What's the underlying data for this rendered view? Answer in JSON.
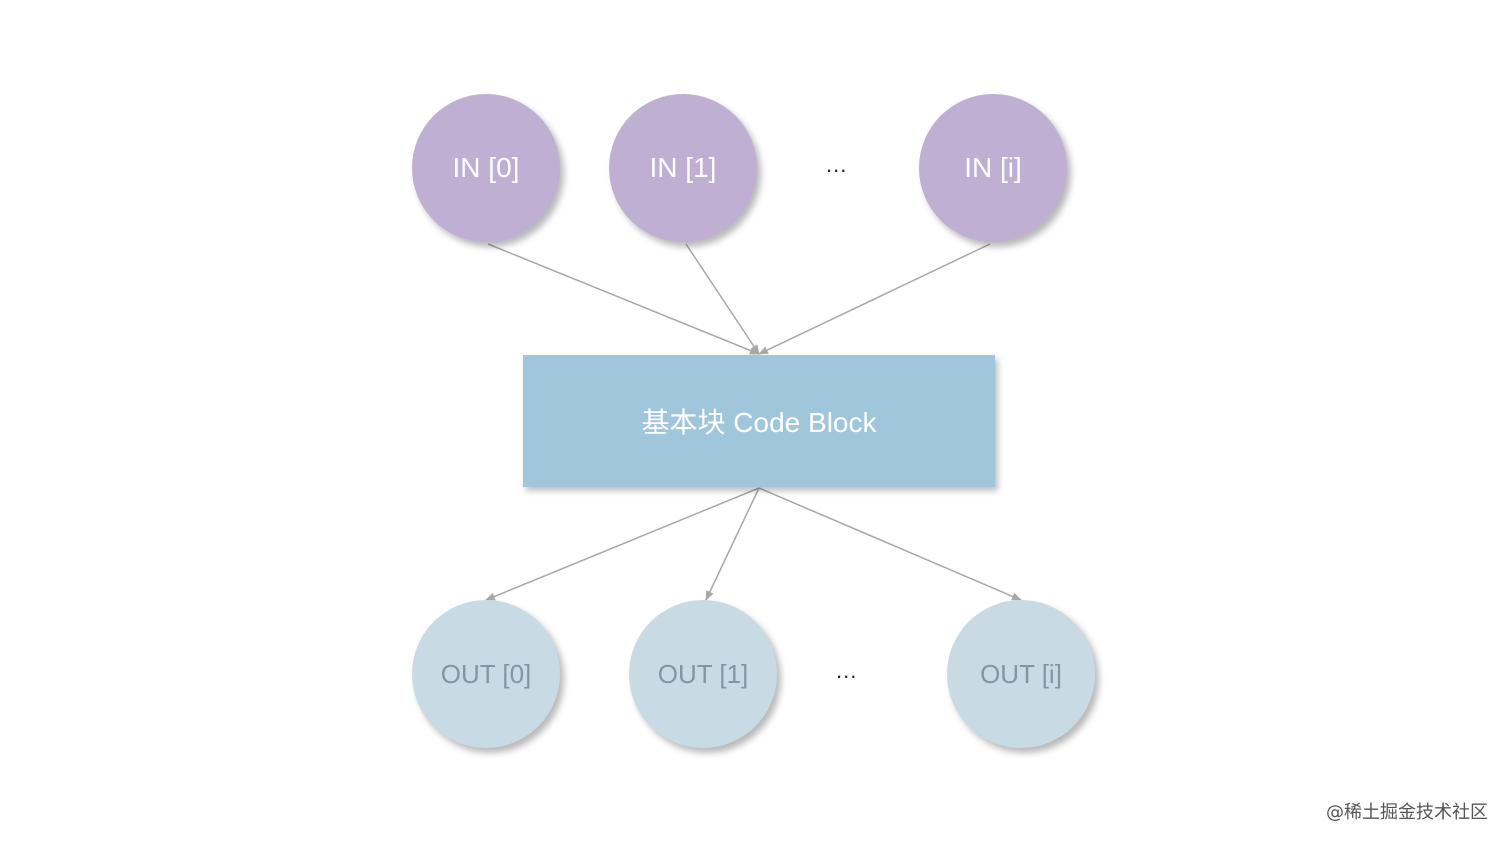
{
  "diagram": {
    "inputs": [
      {
        "label": "IN [0]"
      },
      {
        "label": "IN [1]"
      },
      {
        "label": "IN [i]"
      }
    ],
    "inputs_ellipsis": "...",
    "block": {
      "label": "基本块 Code Block"
    },
    "outputs": [
      {
        "label": "OUT [0]"
      },
      {
        "label": "OUT [1]"
      },
      {
        "label": "OUT [i]"
      }
    ],
    "outputs_ellipsis": "...",
    "edges": [
      {
        "from": "IN [0]",
        "to": "基本块 Code Block"
      },
      {
        "from": "IN [1]",
        "to": "基本块 Code Block"
      },
      {
        "from": "IN [i]",
        "to": "基本块 Code Block"
      },
      {
        "from": "基本块 Code Block",
        "to": "OUT [0]"
      },
      {
        "from": "基本块 Code Block",
        "to": "OUT [1]"
      },
      {
        "from": "基本块 Code Block",
        "to": "OUT [i]"
      }
    ],
    "colors": {
      "input_fill": "#bfafd2",
      "block_fill": "#9fc6da",
      "output_fill": "#c8dbe5",
      "output_text": "#8395a4",
      "edge": "#a8a8a8"
    }
  },
  "watermark": "@稀土掘金技术社区"
}
